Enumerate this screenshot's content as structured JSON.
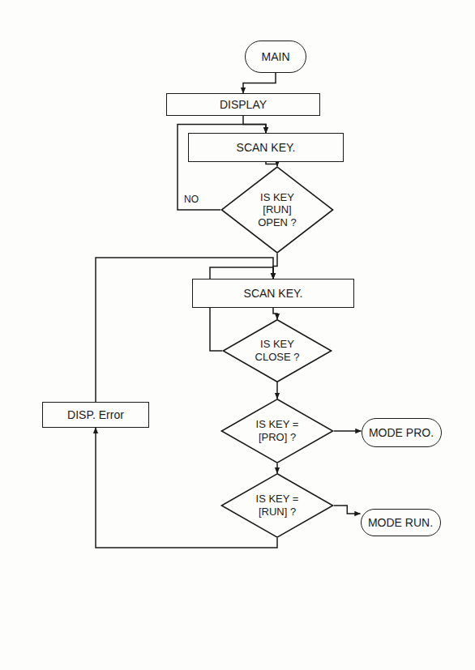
{
  "diagram": {
    "nodes": [
      {
        "text": [
          "MAIN"
        ]
      },
      {
        "text": [
          "DISPLAY"
        ]
      },
      {
        "text": [
          "SCAN KEY."
        ]
      },
      {
        "text": [
          "IS KEY [RUN] OPEN ?"
        ]
      },
      {
        "text": [
          "SCAN KEY."
        ]
      },
      {
        "text": [
          "IS KEY CLOSE ?"
        ]
      },
      {
        "text": [
          "DISP. Error"
        ]
      },
      {
        "text": [
          "IS KEY = [PRO] ?"
        ]
      },
      {
        "text": [
          "MODE PRO."
        ]
      },
      {
        "text": [
          "IS KEY = [RUN] ?"
        ]
      },
      {
        "text": [
          "MODE RUN."
        ]
      }
    ],
    "edges": [
      {
        "from": 0,
        "to": 1,
        "arrow": "to"
      },
      {
        "from": 1,
        "to": 2,
        "arrow": "to"
      },
      {
        "from": 2,
        "to": 3,
        "arrow": "to"
      },
      {
        "from": 3,
        "to": 2,
        "label": "NO",
        "arrow": "to"
      },
      {
        "from": 3,
        "to": 4,
        "arrow": "to"
      },
      {
        "from": 4,
        "to": 5,
        "arrow": "to"
      },
      {
        "from": 5,
        "to": 4,
        "arrow": "to"
      },
      {
        "from": 5,
        "to": 7,
        "arrow": "to"
      },
      {
        "from": 7,
        "to": 8,
        "arrow": "to"
      },
      {
        "from": 7,
        "to": 9,
        "arrow": "to"
      },
      {
        "from": 9,
        "to": 10,
        "arrow": "to"
      },
      {
        "from": 9,
        "to": 6,
        "arrow": "to"
      },
      {
        "from": 6,
        "to": 4,
        "arrow": "to"
      }
    ]
  }
}
